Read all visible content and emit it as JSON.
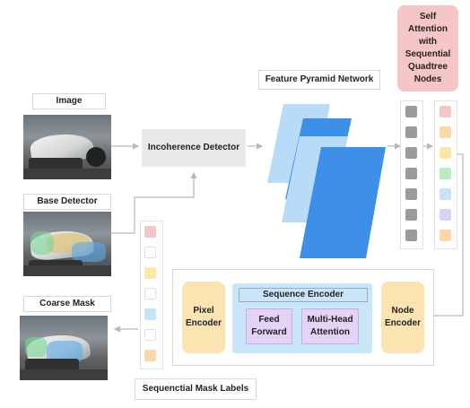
{
  "labels": {
    "image": "Image",
    "base_detector": "Base Detector",
    "coarse_mask": "Coarse Mask",
    "incoherence_detector": "Incoherence Detector",
    "feature_pyramid_network": "Feature Pyramid Network",
    "self_attention": "Self Attention with Sequential Quadtree Nodes",
    "sequence_encoder": "Sequence Encoder",
    "pixel_encoder": "Pixel Encoder",
    "node_encoder": "Node Encoder",
    "feed_forward": "Feed Forward",
    "multi_head_attention": "Multi-Head Attention",
    "sequential_mask_labels": "Sequenctial Mask Labels"
  },
  "colors": {
    "node_gray": "#9b9b9b",
    "pink": "#f5c6c6",
    "orange": "#fad6a8",
    "yellow": "#fbe7a6",
    "green": "#b7ebc3",
    "blue": "#c6e4f7",
    "purple": "#ddd0f3",
    "accent_pink_box": "#f6c5c5",
    "encoder_yellow": "#fbe3b2",
    "encoder_blue": "#c8e6f8",
    "encoder_purple": "#e5d3f6",
    "fpn_light": "#b8dcf8",
    "fpn_dark": "#3d8fe8",
    "arrow_gray": "#b8b8b8"
  },
  "icons": {
    "photo": "car-image-icon",
    "arrow": "arrow-right-icon"
  }
}
